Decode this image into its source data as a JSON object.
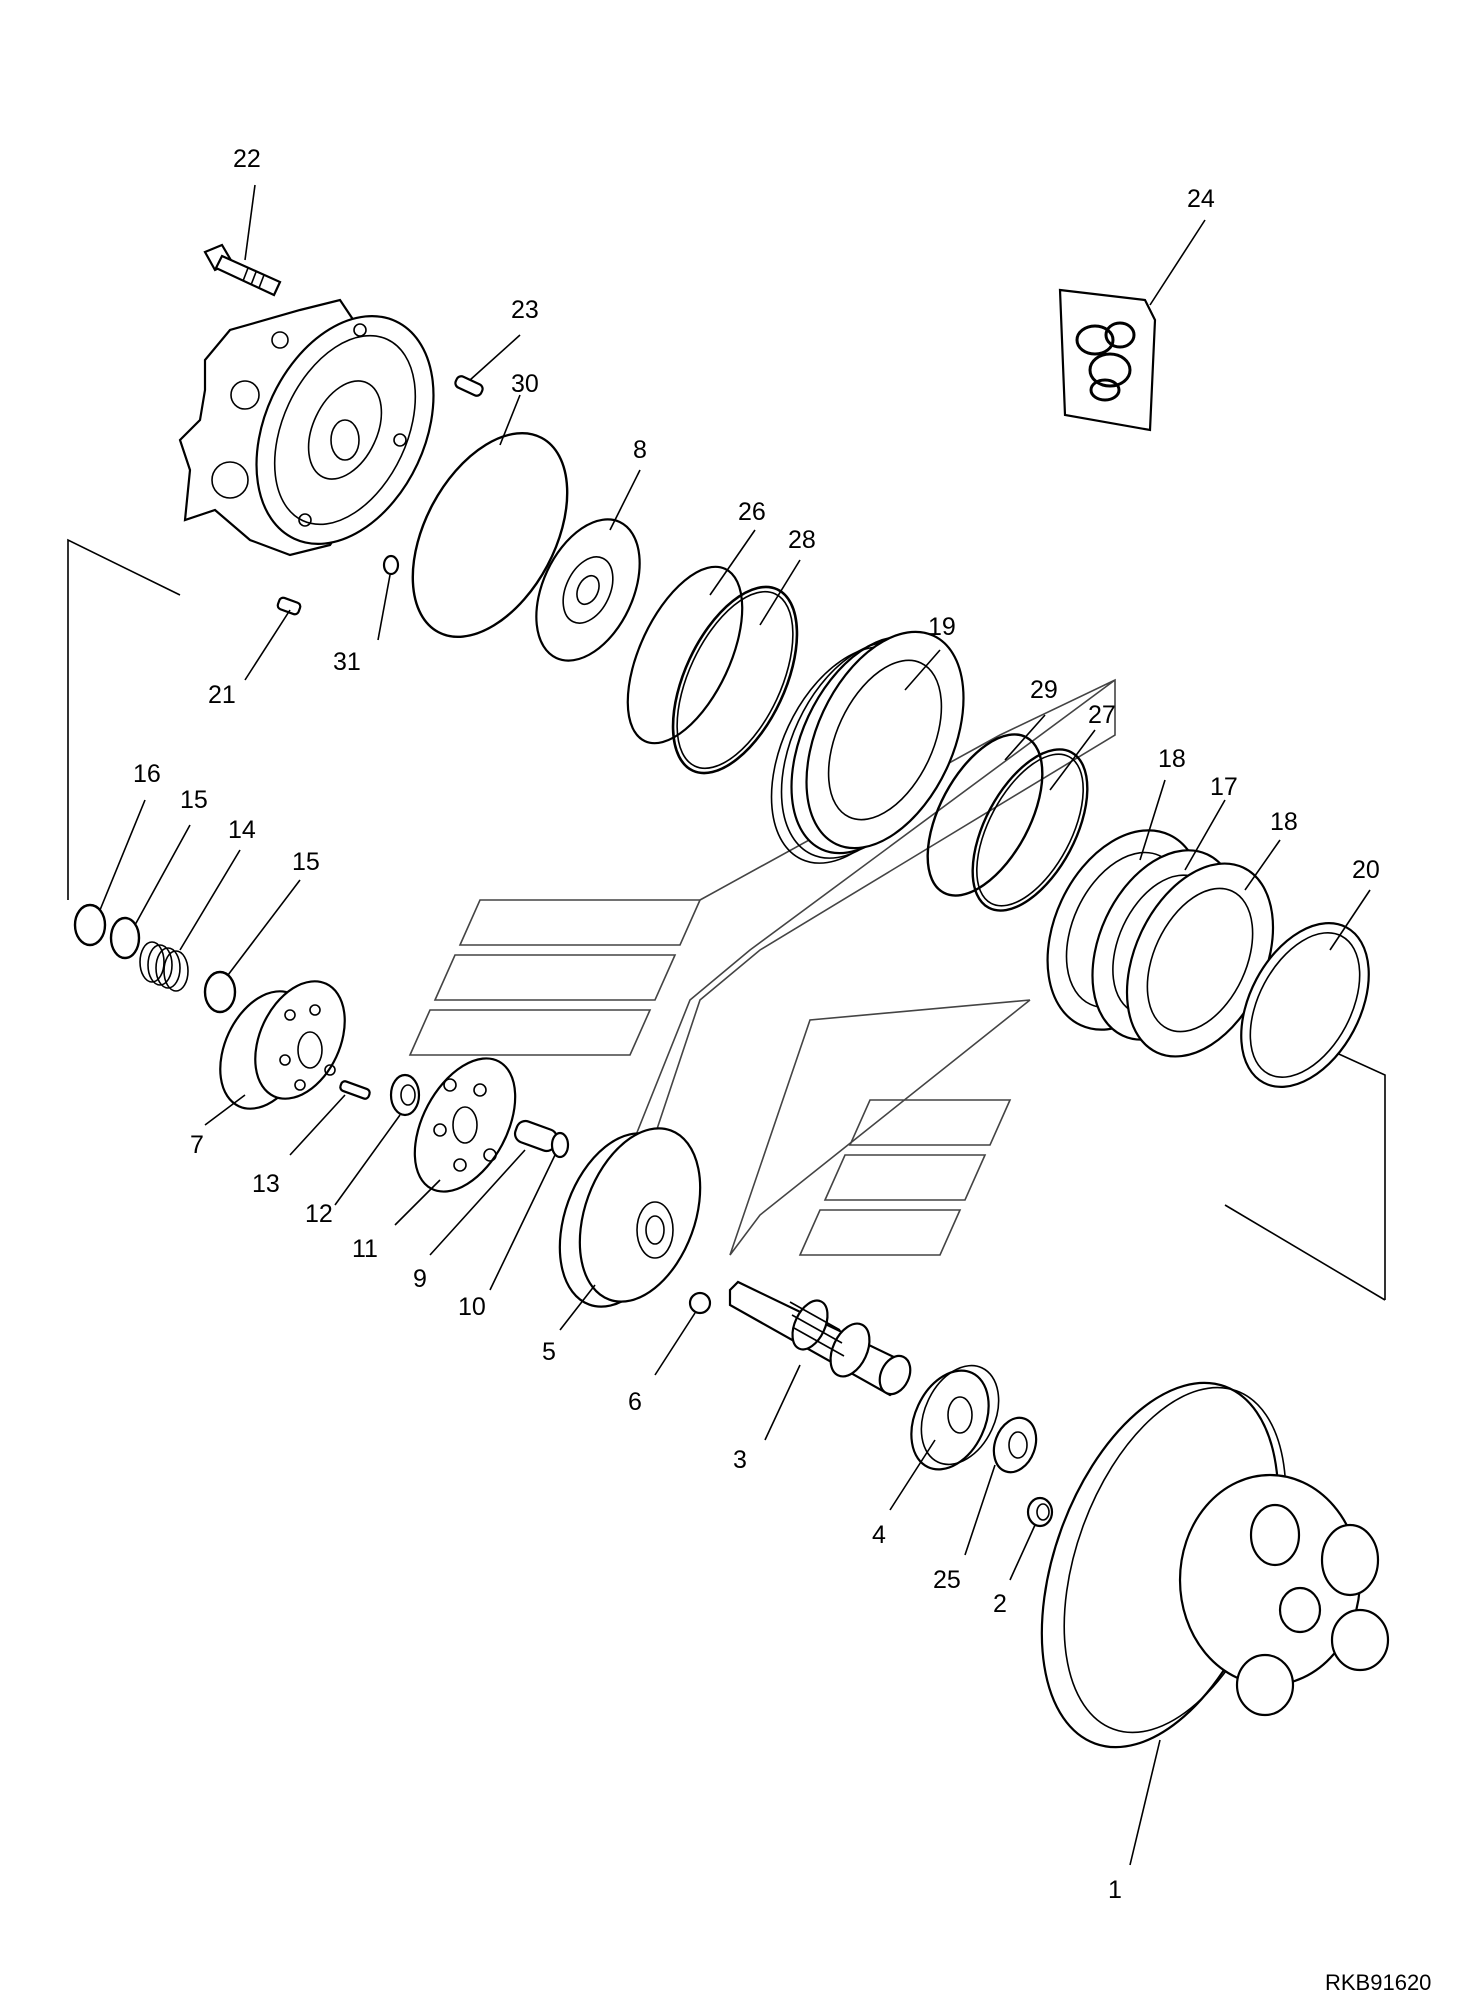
{
  "diagram": {
    "reference_code": "RKB91620",
    "callouts": [
      {
        "id": "c22",
        "label": "22"
      },
      {
        "id": "c24",
        "label": "24"
      },
      {
        "id": "c23",
        "label": "23"
      },
      {
        "id": "c30",
        "label": "30"
      },
      {
        "id": "c8",
        "label": "8"
      },
      {
        "id": "c26",
        "label": "26"
      },
      {
        "id": "c28",
        "label": "28"
      },
      {
        "id": "c21",
        "label": "21"
      },
      {
        "id": "c31",
        "label": "31"
      },
      {
        "id": "c19",
        "label": "19"
      },
      {
        "id": "c29",
        "label": "29"
      },
      {
        "id": "c27",
        "label": "27"
      },
      {
        "id": "c18a",
        "label": "18"
      },
      {
        "id": "c17",
        "label": "17"
      },
      {
        "id": "c18b",
        "label": "18"
      },
      {
        "id": "c20",
        "label": "20"
      },
      {
        "id": "c16",
        "label": "16"
      },
      {
        "id": "c15a",
        "label": "15"
      },
      {
        "id": "c14",
        "label": "14"
      },
      {
        "id": "c15b",
        "label": "15"
      },
      {
        "id": "c7",
        "label": "7"
      },
      {
        "id": "c13",
        "label": "13"
      },
      {
        "id": "c12",
        "label": "12"
      },
      {
        "id": "c11",
        "label": "11"
      },
      {
        "id": "c9",
        "label": "9"
      },
      {
        "id": "c10",
        "label": "10"
      },
      {
        "id": "c5",
        "label": "5"
      },
      {
        "id": "c6",
        "label": "6"
      },
      {
        "id": "c3",
        "label": "3"
      },
      {
        "id": "c4",
        "label": "4"
      },
      {
        "id": "c25",
        "label": "25"
      },
      {
        "id": "c2",
        "label": "2"
      },
      {
        "id": "c1",
        "label": "1"
      }
    ]
  }
}
